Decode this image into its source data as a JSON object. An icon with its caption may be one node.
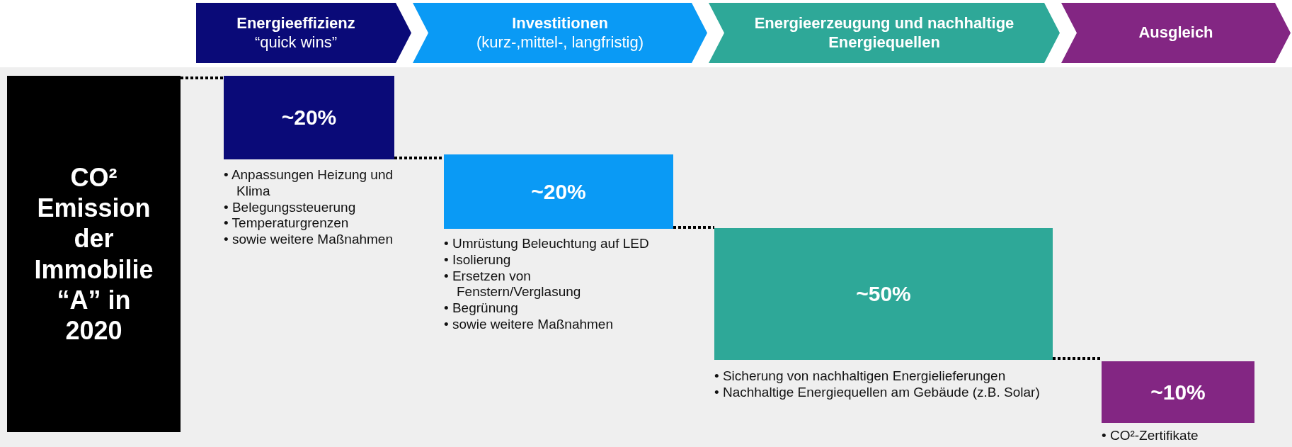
{
  "diagram": {
    "nodes": [
      {
        "text": [
          "Energieeffizienz",
          "“quick wins”"
        ]
      },
      {
        "text": [
          "Investitionen",
          "(kurz-,mittel-, langfristig)"
        ]
      },
      {
        "text": [
          "Energieerzeugung und nachhaltige Energiequellen"
        ]
      },
      {
        "text": [
          "Ausgleich"
        ]
      },
      {
        "text": [
          "CO² Emission der Immobilie “A” in 2020"
        ]
      },
      {
        "text": [
          "~20%"
        ],
        "beside": [
          "• Anpassungen Heizung und Klima",
          "• Belegungssteuerung",
          "• Temperaturgrenzen",
          "• sowie weitere Maßnahmen"
        ]
      },
      {
        "text": [
          "~20%"
        ],
        "beside": [
          "• Umrüstung Beleuchtung auf LED",
          "• Isolierung",
          "• Ersetzen von Fenstern/Verglasung",
          "• Begrünung",
          "• sowie weitere Maßnahmen"
        ]
      },
      {
        "text": [
          "~50%"
        ],
        "beside": [
          "• Sicherung von nachhaltigen Energielieferungen",
          "• Nachhaltige Energiequellen am Gebäude (z.B. Solar)"
        ]
      },
      {
        "text": [
          "~10%"
        ],
        "beside": [
          "• CO²-Zertifikate"
        ]
      }
    ],
    "edges": [
      {
        "from": 4,
        "to": 5,
        "arrow": "none",
        "style": "dashed"
      },
      {
        "from": 5,
        "to": 6,
        "arrow": "none",
        "style": "dashed"
      },
      {
        "from": 6,
        "to": 7,
        "arrow": "none",
        "style": "dashed"
      },
      {
        "from": 7,
        "to": 8,
        "arrow": "none",
        "style": "dashed"
      }
    ]
  }
}
